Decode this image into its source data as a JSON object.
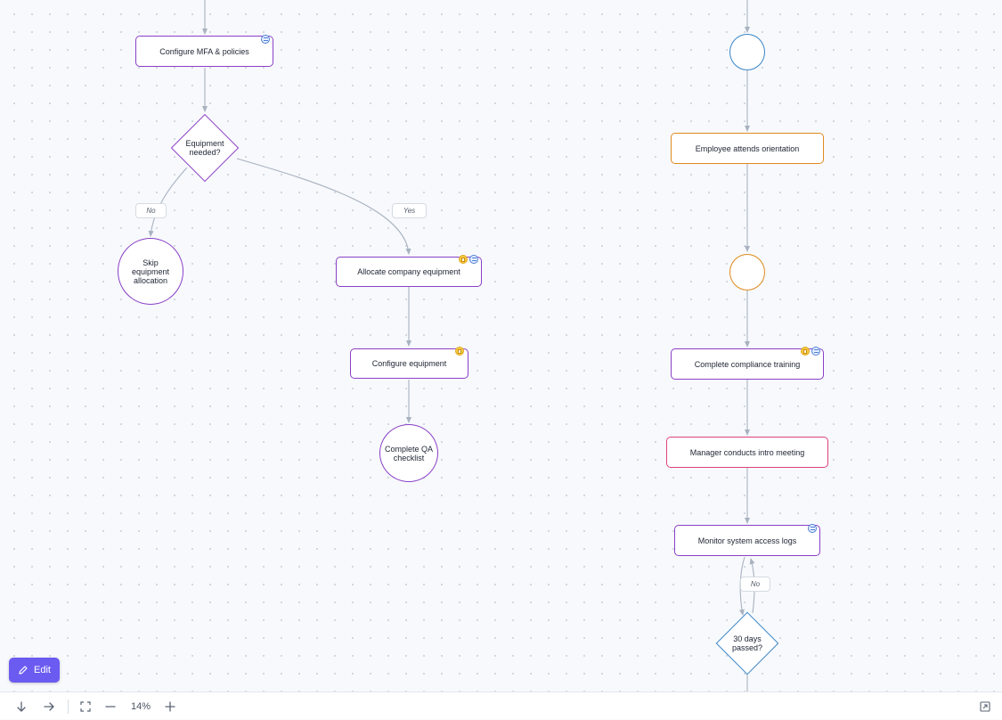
{
  "diagram": {
    "nodes": {
      "configure_mfa": "Configure MFA & policies",
      "equipment_needed": "Equipment needed?",
      "skip_equipment": "Skip equipment allocation",
      "allocate_equipment": "Allocate company equipment",
      "configure_equipment": "Configure equipment",
      "complete_qa": "Complete QA checklist",
      "orientation": "Employee attends orientation",
      "compliance_training": "Complete compliance training",
      "intro_meeting": "Manager conducts intro meeting",
      "monitor_logs": "Monitor system access logs",
      "thirty_days": "30 days passed?"
    },
    "edge_labels": {
      "no_skip": "No",
      "yes_allocate": "Yes",
      "no_loop": "No"
    },
    "colors": {
      "purple": "#8a3fc7",
      "orange": "#e08a1e",
      "blue": "#3a86c8",
      "pink": "#e0417a",
      "edge": "#a8b2c0"
    }
  },
  "toolbar": {
    "edit_label": "Edit",
    "zoom_level": "14%",
    "icons": [
      "arrow-down-icon",
      "arrow-right-icon",
      "fit-screen-icon",
      "zoom-out-icon",
      "zoom-in-icon",
      "fullscreen-icon",
      "pencil-icon"
    ]
  }
}
